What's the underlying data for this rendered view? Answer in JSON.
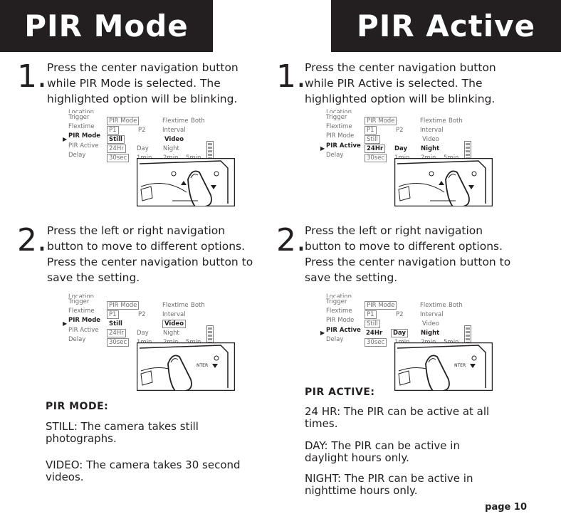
{
  "left": {
    "banner": "PIR Mode",
    "step1_num": "1.",
    "step1_text": "Press the center navigation button while PIR Mode is selected. The highlighted option will be blinking.",
    "step2_num": "2.",
    "step2_text": "Press the left or right navigation button to move to different options. Press the center navigation button to save the setting.",
    "info_title": "PIR MODE:",
    "info_items": [
      "STILL: The camera takes still photographs.",
      "VIDEO: The camera takes 30 second videos."
    ]
  },
  "right": {
    "banner": "PIR Active",
    "step1_num": "1.",
    "step1_text": "Press the center navigation button while PIR Active is selected. The highlighted option will be blinking.",
    "step2_num": "2.",
    "step2_text": "Press the left or right navigation button to move to different options. Press the center navigation button to save the setting.",
    "info_title": "PIR ACTIVE:",
    "info_items": [
      "24 HR: The PIR can be active at all times.",
      "DAY: The PIR can be active in daylight hours only.",
      "NIGHT: The PIR can be active in nighttime hours only."
    ]
  },
  "lcd": {
    "menu": [
      "Location",
      "Trigger",
      "Flextime",
      "PIR Mode",
      "PIR Active",
      "Delay"
    ],
    "trigger_opts": [
      "PIR Mode",
      "Flextime",
      "Both"
    ],
    "flextime_opts": [
      "P1",
      "P2",
      "Interval"
    ],
    "pirmode_opts": [
      "Still",
      "Video"
    ],
    "piractive_opts": [
      "24Hr",
      "Day",
      "Night"
    ],
    "delay_opts": [
      "30sec",
      "1min",
      "2min",
      "5min"
    ],
    "button_label": "NTER"
  },
  "page_label": "page 10"
}
